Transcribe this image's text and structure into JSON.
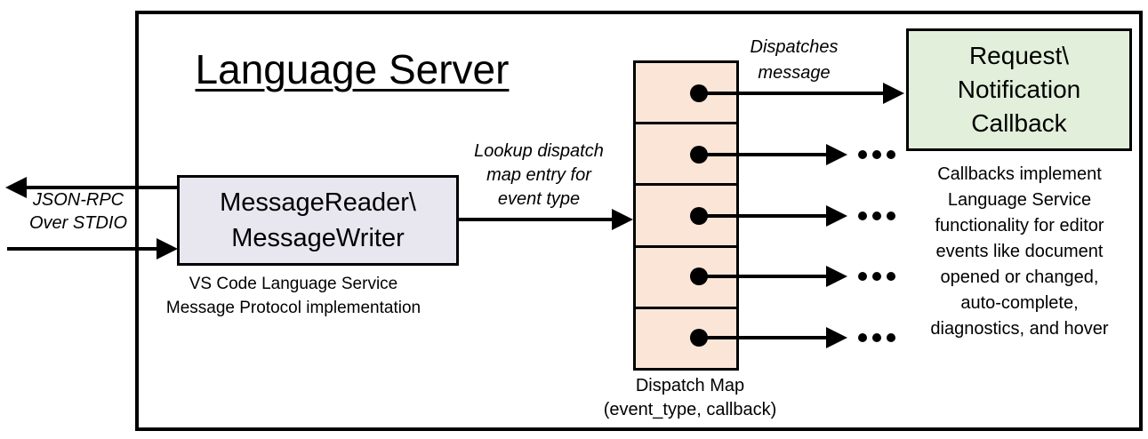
{
  "diagram": {
    "title": "Language Server",
    "io_label": {
      "lines": [
        "JSON-RPC",
        "Over STDIO"
      ]
    },
    "reader_box": {
      "lines": [
        "MessageReader\\",
        "MessageWriter"
      ],
      "fill": "#e8e6ef",
      "caption_lines": [
        "VS Code Language Service",
        "Message Protocol implementation"
      ]
    },
    "lookup_label": {
      "lines": [
        "Lookup dispatch",
        "map entry for",
        "event type"
      ]
    },
    "dispatch_map": {
      "rows": 5,
      "fill": "#fbe5d6",
      "caption_lines": [
        "Dispatch Map",
        "(event_type, callback)"
      ]
    },
    "dispatches_label": {
      "lines": [
        "Dispatches",
        "message"
      ]
    },
    "callback_box": {
      "lines": [
        "Request\\",
        "Notification",
        "Callback"
      ],
      "fill": "#e2efda"
    },
    "callbacks_note": {
      "lines": [
        "Callbacks implement",
        "Language Service",
        "functionality for editor",
        "events like document",
        "opened or changed,",
        "auto-complete,",
        "diagnostics, and hover"
      ]
    },
    "colors": {
      "line": "#000000",
      "background": "#ffffff"
    }
  }
}
